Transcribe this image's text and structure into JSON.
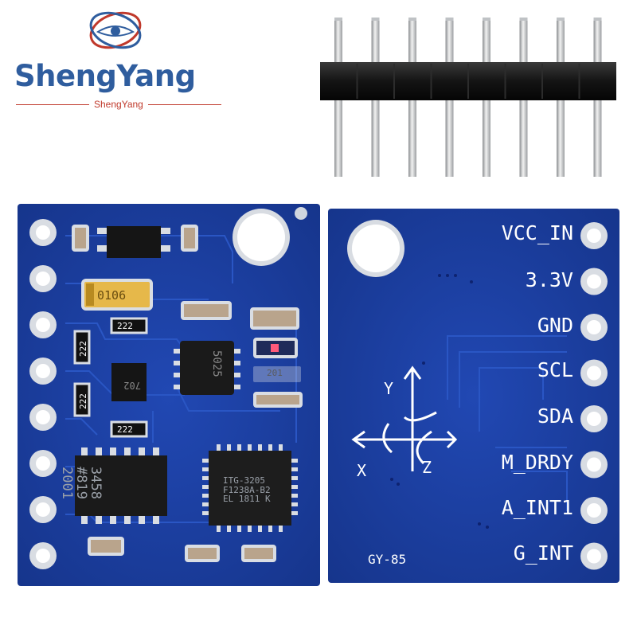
{
  "brand": {
    "name": "ShengYang",
    "subtitle": "ShengYang",
    "colors": {
      "text": "#2f5d9e",
      "accent": "#c0392b"
    }
  },
  "board_front": {
    "components": {
      "tantalum_cap": "0106",
      "resistor_1": "222",
      "resistor_2": "222",
      "resistor_3": "222",
      "resistor_4": "222",
      "resistor_5": "201",
      "regulator": "702",
      "compass_chip": "3458\n#819\n2001",
      "accel_chip": "5025",
      "gyro_chip": "ITG-3205\nF1238A-B2\nEL 1811 K"
    },
    "pin_count": 8
  },
  "board_back": {
    "pins": [
      "VCC_IN",
      "3.3V",
      "GND",
      "SCL",
      "SDA",
      "M_DRDY",
      "A_INT1",
      "G_INT"
    ],
    "axes": {
      "x": "X",
      "y": "Y",
      "z": "Z"
    },
    "model": "GY-85"
  },
  "colors": {
    "pcb": "#1c3fa2",
    "pad": "#d9dde3",
    "header": "#141414"
  }
}
